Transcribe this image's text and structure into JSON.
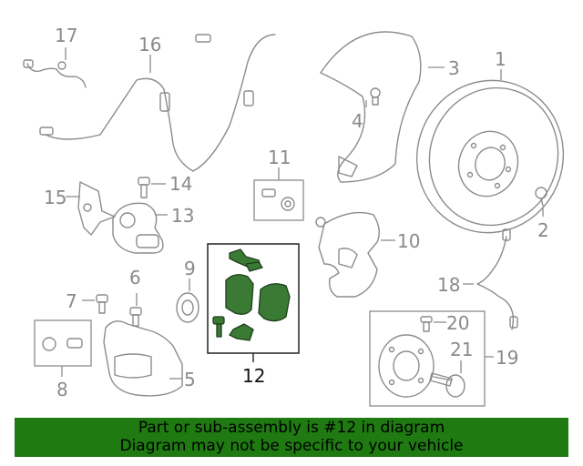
{
  "callouts": {
    "c1": "1",
    "c2": "2",
    "c3": "3",
    "c4": "4",
    "c5": "5",
    "c6": "6",
    "c7": "7",
    "c8": "8",
    "c9": "9",
    "c10": "10",
    "c11": "11",
    "c12": "12",
    "c13": "13",
    "c14": "14",
    "c15": "15",
    "c16": "16",
    "c17": "17",
    "c18": "18",
    "c19": "19",
    "c20": "20",
    "c21": "21"
  },
  "highlight_color": "#3a7a35",
  "banner": {
    "line1": "Part or sub-assembly is #12 in diagram",
    "line2": "Diagram may not be specific to your vehicle",
    "background": "#1f7a12"
  }
}
